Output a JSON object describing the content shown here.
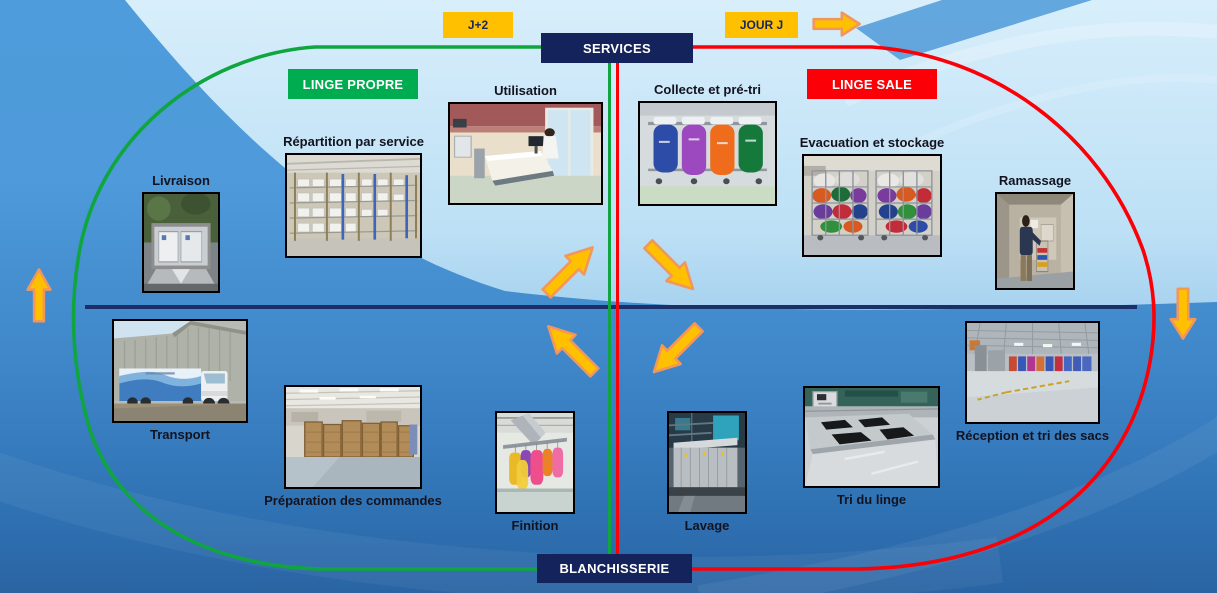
{
  "timeline": {
    "j_plus_2": "J+2",
    "jour_j": "JOUR J"
  },
  "hubs": {
    "services": "SERVICES",
    "blanchisserie": "BLANCHISSERIE"
  },
  "circuits": {
    "clean": {
      "label": "LINGE PROPRE",
      "color": "#00AC50"
    },
    "dirty": {
      "label": "LINGE SALE",
      "color": "#FB0007"
    }
  },
  "stages": {
    "livraison": {
      "label": "Livraison"
    },
    "repartition": {
      "label": "Répartition par service"
    },
    "utilisation": {
      "label": "Utilisation"
    },
    "collecte": {
      "label": "Collecte et pré-tri"
    },
    "evacuation": {
      "label": "Evacuation et stockage"
    },
    "ramassage": {
      "label": "Ramassage"
    },
    "transport": {
      "label": "Transport"
    },
    "preparation": {
      "label": "Préparation des commandes"
    },
    "finition": {
      "label": "Finition"
    },
    "lavage": {
      "label": "Lavage"
    },
    "tri": {
      "label": "Tri du linge"
    },
    "reception": {
      "label": "Réception et tri des sacs"
    }
  },
  "icons": {
    "flow_right": "right-arrow",
    "flow_up": "up-arrow",
    "flow_down": "down-arrow",
    "center_ne": "ne-arrow",
    "center_se": "se-arrow",
    "center_nw": "nw-arrow",
    "center_sw": "sw-arrow"
  },
  "colors": {
    "clean_green": "#00AC50",
    "dirty_red": "#FB0007",
    "hub_navy": "#15235C",
    "timeline_gold": "#FFC000",
    "arrow_fill": "#FFC000",
    "arrow_border": "#F2975A",
    "divider_navy": "#1B2F68"
  }
}
